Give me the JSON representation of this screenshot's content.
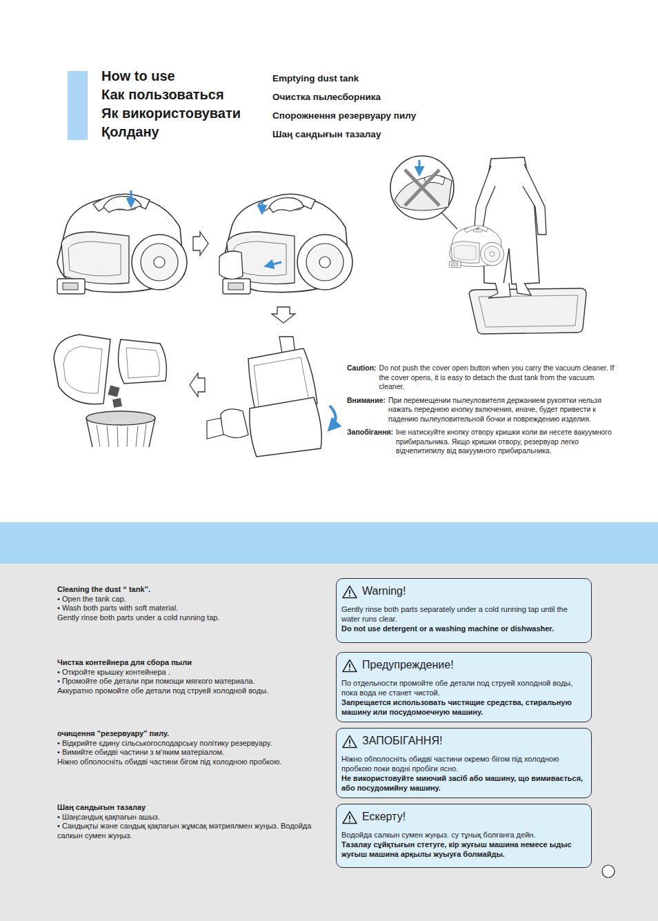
{
  "diagram": {
    "title": "How to use",
    "nodes": [
      {
        "text": [
          "Cleaning the dust “ tank”.",
          "• Open the tank cap.",
          "• Wash both parts with soft material.",
          "Gently rinse both parts under a cold running tap.",
          "Чистка контейнера для сбора пыли",
          "• Откройте крышку контейнера .",
          "• Промойте обе детали при помощи мягкого материала.",
          "Аккуратно промойте обе детали под струей холодной воды.",
          "очищення \"резервуару\" пилу.",
          "• Відкрийте єдину сільськогосподарську політику резервуару.",
          "• Вимийте обидві частини з м'яким матеріалом.",
          "Ніжно обполосніть обидві частини бігом під холодною пробкою.",
          "Шаң сандығын тазалау",
          "• Шаңсандық қақпағын ашыз.",
          "• Сандықты және сандық қақпағын жұмсақ мәтриялмен жуңыз. Водойда салкын сумен жуңыз."
        ]
      },
      {
        "text": [
          "Warning!",
          "Gently rinse both parts separately under a cold running tap until the water runs clear.",
          "Do not use detergent or a washing machine or dishwasher."
        ],
        "in": 0
      },
      {
        "text": [
          "Предупреждение!",
          "По отдельности промойте обе детали под струей холодной воды, пока вода не станет чистой.",
          "Запрещается использовать чистящие средства, стиральную машину или посудомоечную машину."
        ],
        "in": 0
      },
      {
        "text": [
          "ЗАПОБІГАННЯ!",
          "Ніжно обполосніть обидві частини окремо бігом під холодною пробкою поки водні пробіги ясно.",
          "Не використовуйте миючий засіб або машину, що вимивається, або посудомийну машину."
        ],
        "in": 0
      },
      {
        "text": [
          "Ескерту!",
          "Водойда салкын сумен жуңыз. су тұнық болғанға дейн.",
          "Тазалау сұйқтығын стетуге, кір жуғыш машина немесе ыдыс жуғыш машина арқылы жуыуға болмайды."
        ],
        "in": 0
      }
    ],
    "labels": [
      "Как пользоваться",
      "Як використовувати",
      "Қолдану",
      "Emptying dust tank",
      "Очистка пылесборника",
      "Спорожнення резервуару пилу",
      "Шаң сандығын тазалау",
      "Caution:",
      "Do not push the cover open button when you carry the vacuum cleaner. If the cover opens, it is easy to detach the dust tank from the vacuum cleaner.",
      "Внимание:",
      "При перемещении пылеуловителя держанием рукоятки нельзя нажать переднюю кнопку включения, иначе, будет привести к падению пылеуловительной бочки и повреждению изделия.",
      "Запобігання:",
      "Іне натискуйте кнопку отвору кришки коли ви несете вакуумного прибиральника. Якщо кришки отвору, резервуар легко відчепитипилу від вакуумного прибиральника."
    ]
  }
}
